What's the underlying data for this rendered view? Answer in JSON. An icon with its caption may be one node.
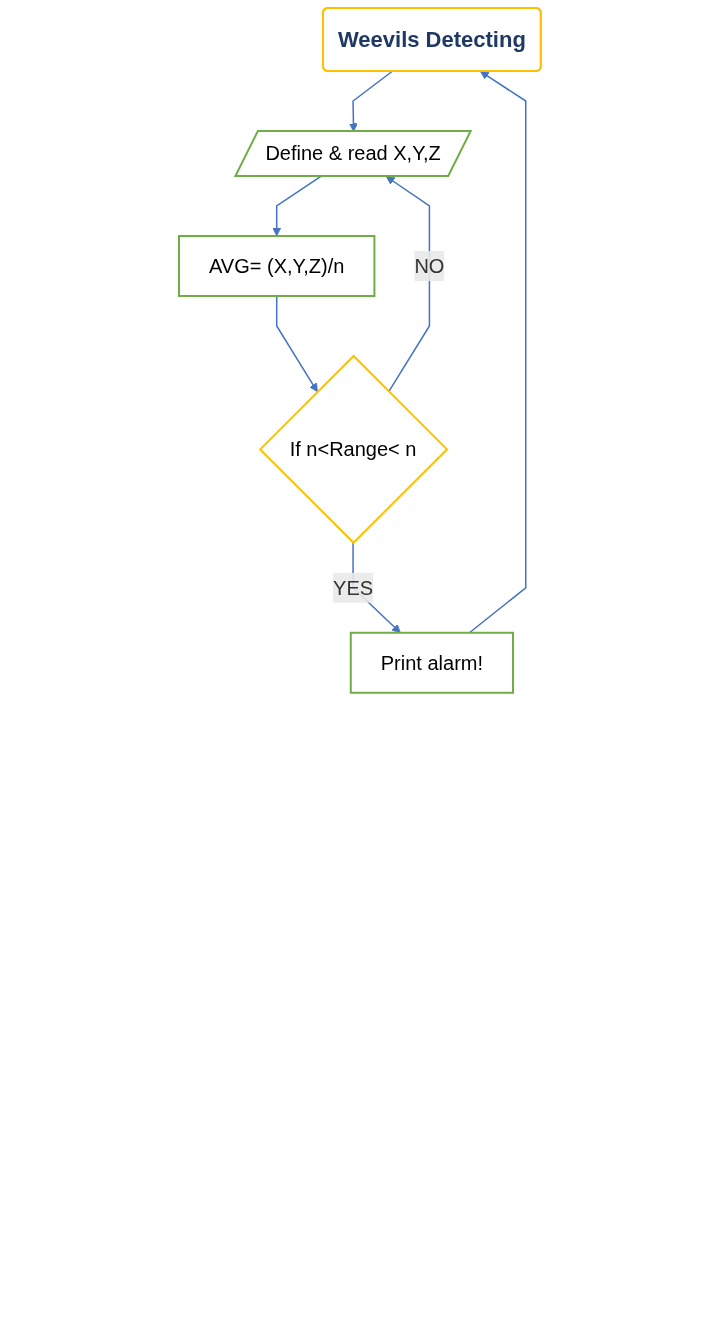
{
  "diagram": {
    "nodes": [
      {
        "text": [
          "Weevils Detecting"
        ]
      },
      {
        "text": [
          "Define & read X,Y,Z"
        ]
      },
      {
        "text": [
          "AVG=  (X,Y,Z)/n"
        ]
      },
      {
        "text": [
          "If n<Range<  n"
        ]
      },
      {
        "text": [
          "Print alarm!"
        ]
      }
    ],
    "edges": [
      {
        "from": 0,
        "to": 1,
        "arrow": "to"
      },
      {
        "from": 1,
        "to": 2,
        "arrow": "to"
      },
      {
        "from": 2,
        "to": 3,
        "arrow": "to"
      },
      {
        "from": 3,
        "to": 1,
        "arrow": "to",
        "label": "NO"
      },
      {
        "from": 3,
        "to": 4,
        "arrow": "to",
        "label": "YES"
      },
      {
        "from": 4,
        "to": 0,
        "arrow": "to"
      }
    ]
  }
}
